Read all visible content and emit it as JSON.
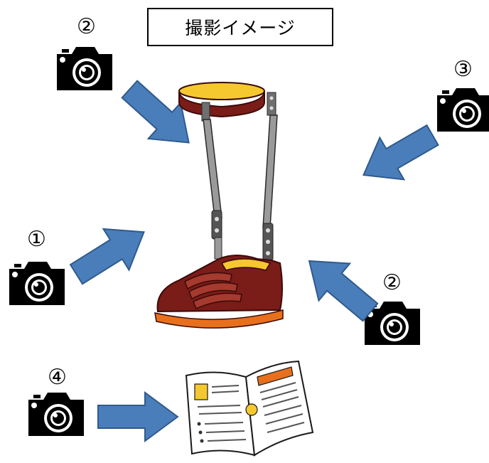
{
  "title": "撮影イメージ",
  "views": [
    {
      "label": "①",
      "icon": "camera-icon"
    },
    {
      "label": "②",
      "icon": "camera-icon"
    },
    {
      "label": "③",
      "icon": "camera-icon"
    },
    {
      "label": "②",
      "icon": "camera-icon"
    },
    {
      "label": "④",
      "icon": "camera-icon"
    }
  ],
  "illustrations": {
    "brace": "leg-brace-illustration",
    "manual": "open-booklet-illustration"
  },
  "colors": {
    "arrow_fill": "#4a7ebb",
    "arrow_stroke": "#2f5a8d",
    "camera": "#000000",
    "brace_leather": "#7a1c18",
    "brace_top": "#f5c830",
    "brace_sole": "#e8701d",
    "brace_bar": "#9a9a9a"
  }
}
